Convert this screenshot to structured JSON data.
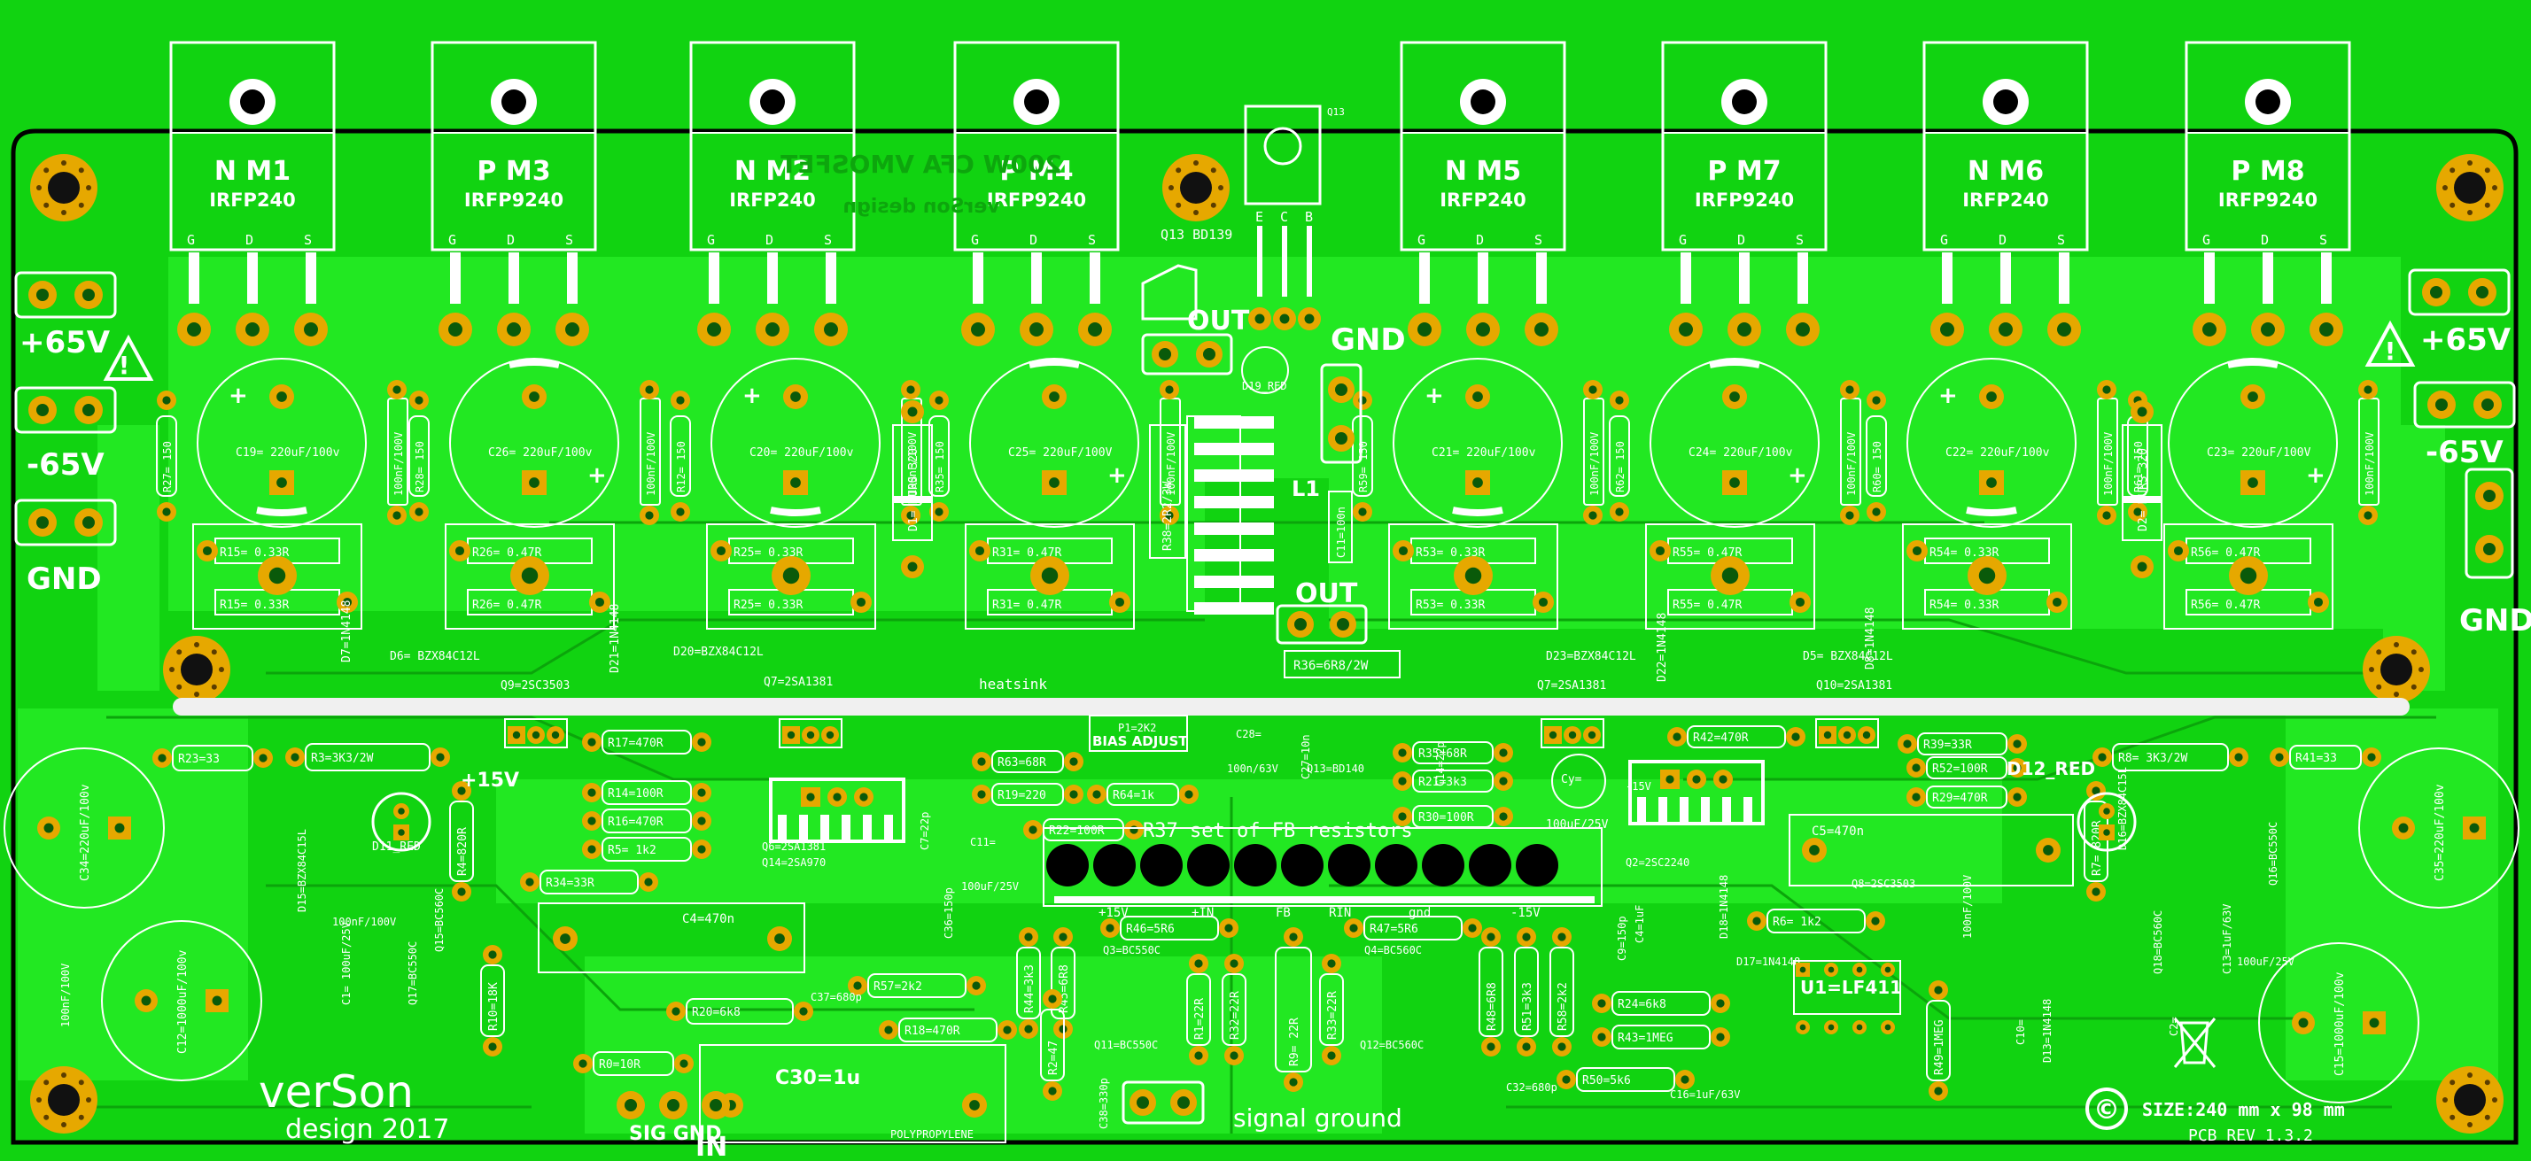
{
  "colors": {
    "board_bg": "#11d311",
    "copper": "#1fe51f",
    "copper_dark": "#0aa00a",
    "pad": "#e6a800",
    "silk": "#ffffff"
  },
  "top": {
    "mosfets": [
      {
        "name": "N M1",
        "part": "IRFP240"
      },
      {
        "name": "P M3",
        "part": "IRFP9240"
      },
      {
        "name": "N M2",
        "part": "IRFP240"
      },
      {
        "name": "P M4",
        "part": "IRFP9240"
      },
      {
        "name": "N M5",
        "part": "IRFP240"
      },
      {
        "name": "P M7",
        "part": "IRFP9240"
      },
      {
        "name": "N M6",
        "part": "IRFP240"
      },
      {
        "name": "P M8",
        "part": "IRFP9240"
      }
    ],
    "gds": [
      "G",
      "D",
      "S"
    ],
    "q13_label": "Q13",
    "q13_pins": [
      "E",
      "C",
      "B"
    ],
    "q13_caption": "Q13  BD139",
    "mirror_title": "200W CFA VMOSFET",
    "mirror_sub": "verSon design"
  },
  "connectors": {
    "left": [
      "+65V",
      "-65V",
      "GND"
    ],
    "right": [
      "+65V",
      "-65V",
      "GND"
    ],
    "out_top": "OUT",
    "out_mid": "OUT",
    "gnd_center": "GND",
    "l1": "L1"
  },
  "power_row": {
    "caps": [
      "C19= 220uF/100v",
      "C26= 220uF/100v",
      "C20= 220uF/100v",
      "C25= 220uF/100V",
      "C21= 220uF/100v",
      "C24= 220uF/100v",
      "C22= 220uF/100v",
      "C23= 220uF/100V"
    ],
    "film_caps": [
      "100nF/100V",
      "100nF/100V",
      "100nF/100V",
      "100nF/100V",
      "100nF/100V",
      "100nF/100V",
      "100nF/100V",
      "100nF/100V"
    ],
    "gate_res": [
      "R27= 150",
      "R28= 150",
      "R12= 150",
      "R35= 150",
      "R59= 150",
      "R62= 150",
      "R60= 150",
      "R61= 150"
    ],
    "source_res": [
      [
        "R15= 0.33R",
        "R15= 0.33R"
      ],
      [
        "R26= 0.47R",
        "R26= 0.47R"
      ],
      [
        "R25= 0.33R",
        "R25= 0.33R"
      ],
      [
        "R31= 0.47R",
        "R31= 0.47R"
      ],
      [
        "R53= 0.33R",
        "R53= 0.33R"
      ],
      [
        "R55= 0.47R",
        "R55= 0.47R"
      ],
      [
        "R54= 0.33R",
        "R54= 0.33R"
      ],
      [
        "R56= 0.47R",
        "R56= 0.47R"
      ]
    ],
    "d1": "D1= MURS 320",
    "d2": "D2= MURS 320",
    "r38": "R38=2R2/3W",
    "d19": "D19_RED",
    "c11": "C11=100n"
  },
  "middle": {
    "heatsink_label": "heatsink",
    "left_labels": [
      "D7=1N4148",
      "D6= BZX84C12L",
      "Q9=2SC3503",
      "D21=1N4148",
      "D20=BZX84C12L",
      "Q7=2SA1381"
    ],
    "right_labels": [
      "D23=BZX84C12L",
      "Q7=2SA1381",
      "D22=1N4148",
      "D5= BZX84C12L",
      "Q10=2SA1381",
      "D8=1N4148"
    ],
    "r36": "R36=6R8/2W"
  },
  "lower": {
    "caps_big": [
      "C34=220uF/100v",
      "C12=1000uF/100v",
      "C35=220uF/100v",
      "C15=1000uF/100v"
    ],
    "left_res": [
      "R23=33",
      "R3=3K3/2W",
      "R17=470R",
      "R14=100R",
      "R16=470R",
      "R5= 1k2",
      "R34=33R",
      "R20=6k8",
      "R0=10R",
      "R4=820R",
      "R10=18K"
    ],
    "left_misc": [
      "+15V",
      "D11_RED",
      "D15=BZX84C15L",
      "Q15=BC560C",
      "Q17=BC550C",
      "C1= 100uF/25V",
      "100nF/100V",
      "100nF/100V"
    ],
    "c4": "C4=470n",
    "c30": "C30=1u",
    "polypropylene": "POLYPROPYLENE",
    "sig_gnd": "SIG GND",
    "in_label": "IN",
    "signal_ground": "signal ground",
    "bias_adjust": "BIAS ADJUST",
    "p1": "P1=2K2",
    "center_res": [
      "R63=68R",
      "R19=220",
      "R64=1k",
      "R35=68R",
      "R21=3k3",
      "R30=100R",
      "R22=100R",
      "R46=5R6",
      "R47=5R6",
      "R57=2k2",
      "R18=470R",
      "R44=3k3",
      "R45=6R8",
      "R2=47",
      "R1=22R",
      "R32=22R",
      "R9= 22R",
      "R33=22R",
      "R48=6R8",
      "R51=3k3",
      "R58=2k2",
      "R24=6k8",
      "R43=1MEG",
      "R50=5k6",
      "R6= 1k2"
    ],
    "center_misc": [
      "C28=",
      "100n/63V",
      "Q13=BD140",
      "C27=10n",
      "C14=22p",
      "C7=22p",
      "C37=680p",
      "C32=680p",
      "C38=330p",
      "C36=150p",
      "C9=150p",
      "Q6=2SA1381",
      "Q14=2SA970",
      "Q3=BC550C",
      "Q4=BC560C",
      "Q11=BC550C",
      "Q12=BC560C",
      "C11=",
      "100uF/25V",
      "C4=1uF",
      "Q2=2SC2240",
      "D17=1N4148",
      "D18=1N4148",
      "C16=1uF/63V"
    ],
    "r37": "R37 set of FB resistors",
    "fb_labels": [
      "+15V",
      "+IN",
      "FB",
      "RIN",
      "gnd",
      "-15V"
    ],
    "right_res": [
      "R39=33R",
      "R52=100R",
      "R29=470R",
      "R8= 3K3/2W",
      "R41=33",
      "R7= 820R",
      "R42=470R",
      "R49=1MEG"
    ],
    "right_misc": [
      "C5=470n",
      "Q8=2SC3503",
      "-15V",
      "D12_RED",
      "D16=BZX84C15L",
      "Q16=BC550C",
      "Q18=BC560C",
      "C2=",
      "100uF/25V",
      "C13=1uF/63V",
      "D13=1N4148",
      "C10=",
      "100nF/100V"
    ],
    "u1": "U1=LF411",
    "cy_top": "Cy=",
    "cy_bottom": "100uF/25V"
  },
  "footer": {
    "brand": "verSon",
    "brand_sub": "design 2017",
    "copyright": "©",
    "size": "SIZE:240 mm x 98 mm",
    "rev": "PCB REV 1.3.2"
  }
}
